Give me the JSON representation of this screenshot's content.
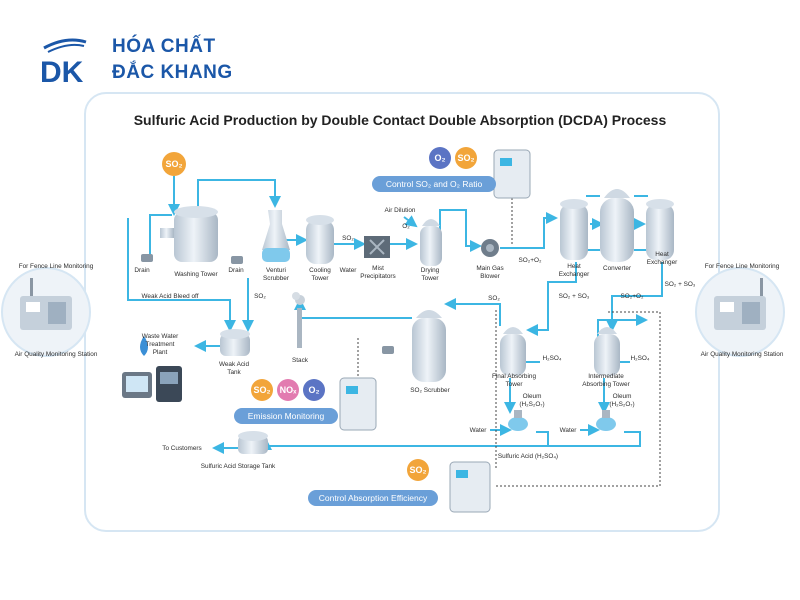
{
  "brand": {
    "line1": "HÓA CHẤT",
    "line2": "ĐẮC KHANG",
    "mark": "DK",
    "color": "#1b57a8"
  },
  "title": "Sulfuric Acid Production by Double Contact Double Absorption (DCDA) Process",
  "colors": {
    "pipe": "#3cb6e3",
    "frame": "#d6e6f3",
    "pill": "#6a9fd8",
    "so2": "#f2a53a",
    "o2": "#5b74c4",
    "nox": "#e27bb0"
  },
  "labels": {
    "drain_left": "Drain",
    "washing_tower": "Washing Tower",
    "drain_mid": "Drain",
    "venturi_1": "Venturi",
    "venturi_2": "Scrubber",
    "cooling_1": "Cooling",
    "cooling_2": "Tower",
    "so2_after_cooling": "SO₂",
    "water_mist": "Water",
    "mist_1": "Mist",
    "mist_2": "Precipitators",
    "air_dilution": "Air Dilution",
    "o2_dilution": "O₂",
    "drying_1": "Drying",
    "drying_2": "Tower",
    "blower_1": "Main Gas",
    "blower_2": "Blower",
    "so2_o2": "SO₂+O₂",
    "hx_left_1": "Heat",
    "hx_left_2": "Exchanger",
    "converter": "Converter",
    "hx_right_1": "Heat",
    "hx_right_2": "Exchanger",
    "so2_so3_right": "SO₂ + SO₃",
    "weak_acid_bleed": "Weak Acid Bleed off",
    "so2_to_tank": "SO₂",
    "so2_so3_left": "SO₂ + SO₃",
    "so2_o2_mid": "SO₂+O₂",
    "so2_scrubber_top": "SO₂",
    "waste_water_1": "Waste Water",
    "waste_water_2": "Treatment",
    "waste_water_3": "Plant",
    "weak_acid_1": "Weak Acid",
    "weak_acid_2": "Tank",
    "stack": "Stack",
    "so2_scrubber": "SO₂ Scrubber",
    "h2so4_final": "H₂SO₄",
    "final_abs_1": "Final Absorbing",
    "final_abs_2": "Tower",
    "h2so4_int": "H₂SO₄",
    "int_abs_1": "Intermediate",
    "int_abs_2": "Absorbing Tower",
    "oleum_left_1": "Oleum",
    "oleum_left_2": "(H₂S₂O₇)",
    "oleum_right_1": "Oleum",
    "oleum_right_2": "(H₂S₂O₇)",
    "water_left": "Water",
    "water_right": "Water",
    "sulfuric_acid": "Sulfuric Acid (H₂SO₄)",
    "to_customers": "To Customers",
    "storage_tank": "Sulfuric Acid Storage Tank",
    "fence_left": "For Fence Line Monitoring",
    "station_left": "Air Quality Monitoring Station",
    "fence_right": "For Fence Line Monitoring",
    "station_right": "Air Quality Monitoring Station"
  },
  "badges": {
    "so2_input": "SO₂",
    "ctrl_o2": "O₂",
    "ctrl_so2": "SO₂",
    "em_so2": "SO₂",
    "em_nox": "NOₓ",
    "em_o2": "O₂",
    "abs_so2": "SO₂"
  },
  "pills": {
    "control_ratio": "Control SO₂ and O₂ Ratio",
    "emission": "Emission Monitoring",
    "absorption": "Control Absorption Efficiency"
  }
}
